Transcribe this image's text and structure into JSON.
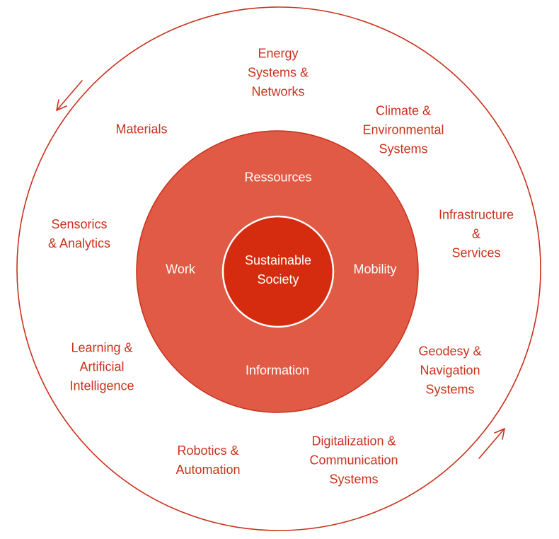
{
  "colors": {
    "outer_ring": "#c8321c",
    "middle_fill": "#e05a45",
    "middle_stroke": "#c8321c",
    "core_fill": "#d52b0e",
    "outer_text": "#c8321c",
    "inner_text": "#ffffff"
  },
  "core": {
    "label": "Sustainable\nSociety"
  },
  "inner_ring": {
    "top": "Ressources",
    "left": "Work",
    "right": "Mobility",
    "bottom": "Information"
  },
  "outer_ring": {
    "energy": "Energy\nSystems &\nNetworks",
    "climate": "Climate &\nEnvironmental\nSystems",
    "infrastructure": "Infrastructure &\nServices",
    "geodesy": "Geodesy &\nNavigation\nSystems",
    "digitalization": "Digitalization &\nCommunication\nSystems",
    "robotics": "Robotics &\nAutomation",
    "learning": "Learning &\nArtificial\nIntelligence",
    "sensorics": "Sensorics\n& Analytics",
    "materials": "Materials"
  },
  "icons": {
    "arrow_top_left": "counter-clockwise-arrow-icon",
    "arrow_bottom_right": "counter-clockwise-arrow-icon"
  }
}
